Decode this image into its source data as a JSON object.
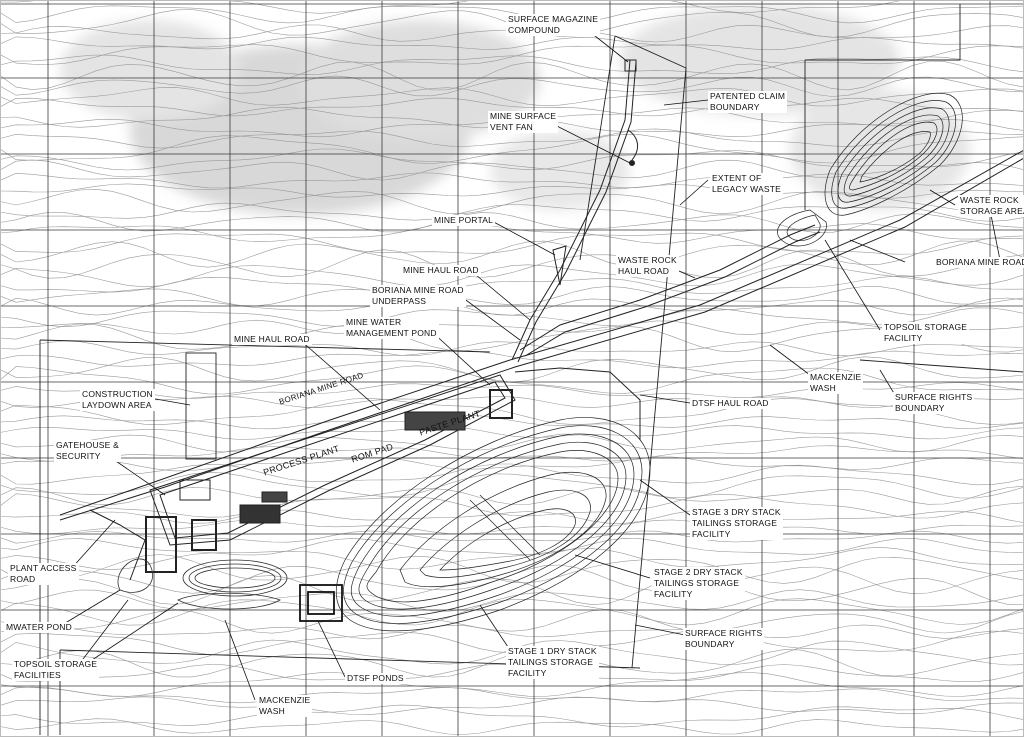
{
  "labels": {
    "surface_magazine": "SURFACE MAGAZINE\nCOMPOUND",
    "patented_claim": "PATENTED CLAIM\nBOUNDARY",
    "mine_surface_vent": "MINE SURFACE\nVENT FAN",
    "extent_legacy_waste": "EXTENT OF\nLEGACY WASTE",
    "waste_rock_storage": "WASTE ROCK\nSTORAGE AREA",
    "mine_portal": "MINE PORTAL",
    "waste_rock_haul": "WASTE ROCK\nHAUL ROAD",
    "boriana_mine_road_east": "BORIANA MINE ROAD",
    "mine_haul_road_north": "MINE HAUL ROAD",
    "boriana_underpass": "BORIANA MINE ROAD\nUNDERPASS",
    "topsoil_storage_east": "TOPSOIL STORAGE\nFACILITY",
    "mine_water_pond": "MINE WATER\nMANAGEMENT POND",
    "mine_haul_road_west": "MINE HAUL ROAD",
    "mackenzie_wash_east": "MACKENZIE\nWASH",
    "surface_rights_east": "SURFACE RIGHTS\nBOUNDARY",
    "construction_laydown": "CONSTRUCTION\nLAYDOWN AREA",
    "dtsf_haul_road": "DTSF HAUL ROAD",
    "gatehouse": "GATEHOUSE &\nSECURITY",
    "stage3": "STAGE 3 DRY STACK\nTAILINGS STORAGE\nFACILITY",
    "stage2": "STAGE 2 DRY STACK\nTAILINGS STORAGE\nFACILITY",
    "plant_access": "PLANT ACCESS\nROAD",
    "mwater_pond": "MWATER POND",
    "surface_rights_south": "SURFACE RIGHTS\nBOUNDARY",
    "stage1": "STAGE 1 DRY STACK\nTAILINGS STORAGE\nFACILITY",
    "topsoil_storage_west": "TOPSOIL STORAGE\nFACILITIES",
    "dtsf_ponds": "DTSF PONDS",
    "mackenzie_wash_south": "MACKENZIE\nWASH"
  },
  "map_text": {
    "boriana_mine_road_on_map": "BORIANA MINE ROAD",
    "process_plant": "PROCESS PLANT",
    "rom_pad": "ROM PAD",
    "paste_plant": "PASTE PLANT"
  }
}
